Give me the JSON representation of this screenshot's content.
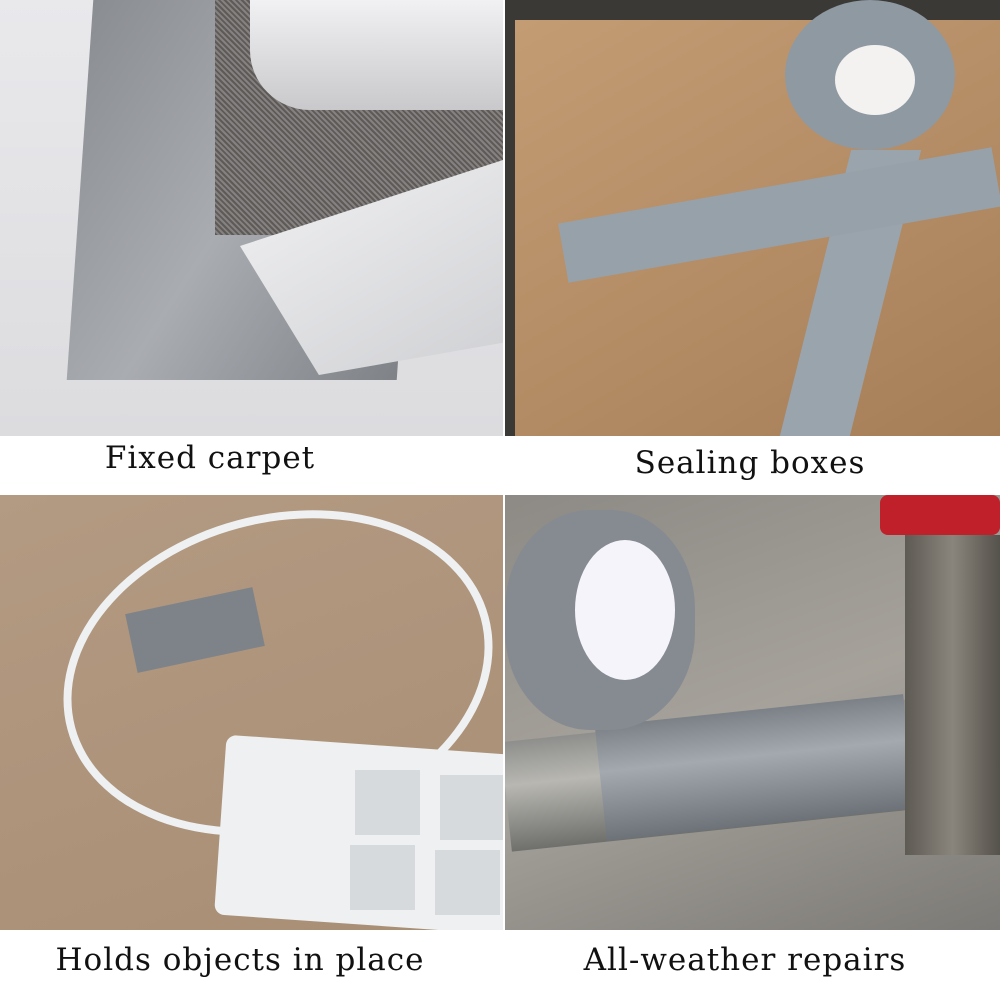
{
  "panels": [
    {
      "caption": "Fixed carpet"
    },
    {
      "caption": "Sealing boxes"
    },
    {
      "caption": "Holds objects in place"
    },
    {
      "caption": "All-weather repairs"
    }
  ],
  "colors": {
    "tape": "#9aa2aa",
    "cardboard": "#b8906a",
    "valve_red": "#c0202a"
  }
}
